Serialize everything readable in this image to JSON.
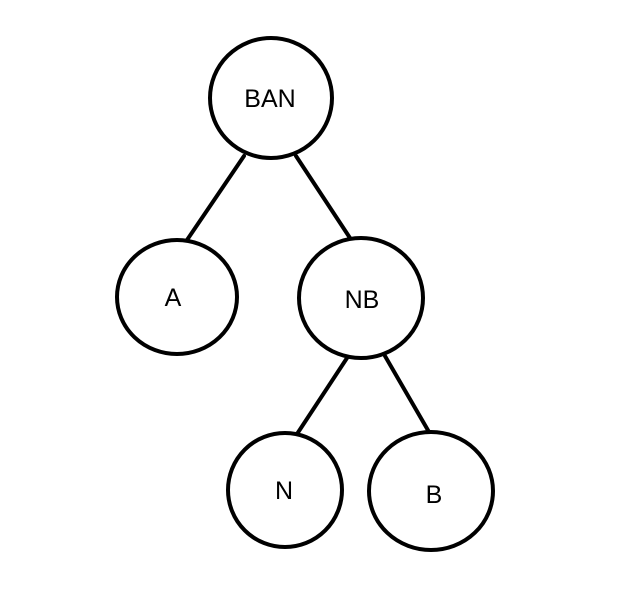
{
  "tree": {
    "nodes": [
      {
        "id": "ban",
        "label": "BAN"
      },
      {
        "id": "a",
        "label": "A"
      },
      {
        "id": "nb",
        "label": "NB"
      },
      {
        "id": "n",
        "label": "N"
      },
      {
        "id": "b",
        "label": "B"
      }
    ],
    "edges": [
      {
        "from": "ban",
        "to": "a"
      },
      {
        "from": "ban",
        "to": "nb"
      },
      {
        "from": "nb",
        "to": "n"
      },
      {
        "from": "nb",
        "to": "b"
      }
    ]
  },
  "colors": {
    "background": "#ffffff",
    "stroke": "#000000",
    "text": "#000000"
  }
}
